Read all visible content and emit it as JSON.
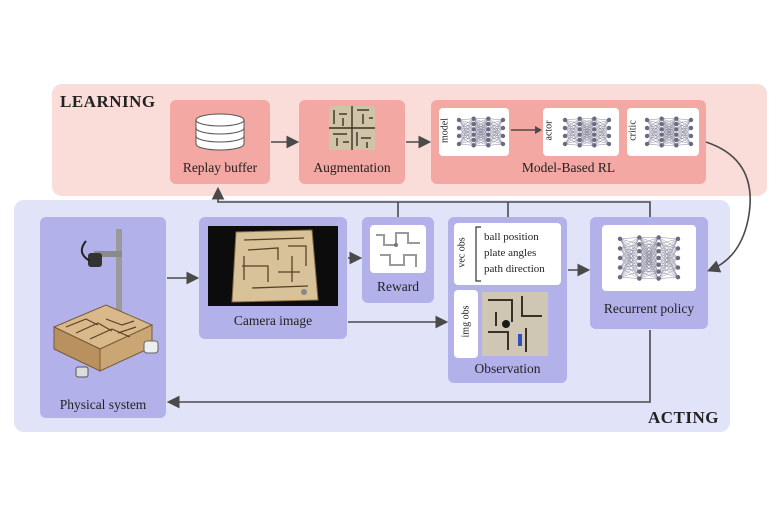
{
  "sections": {
    "learning": "LEARNING",
    "acting": "ACTING"
  },
  "learning": {
    "replay_buffer": "Replay buffer",
    "augmentation": "Augmentation",
    "model_based_rl": "Model-Based RL",
    "nets": {
      "model": "model",
      "actor": "actor",
      "critic": "critic"
    }
  },
  "acting": {
    "physical_system": "Physical system",
    "camera_image": "Camera image",
    "reward": "Reward",
    "observation": {
      "caption": "Observation",
      "vec_obs": "vec obs",
      "img_obs": "img obs",
      "vec_items": [
        "ball position",
        "plate angles",
        "path direction"
      ]
    },
    "recurrent_policy": "Recurrent policy"
  },
  "colors": {
    "learning_bg": "#fadcd8",
    "learning_box": "#f3a8a3",
    "acting_bg": "#e1e3f8",
    "acting_box": "#b3b1ea",
    "arrow": "#4a4a4a"
  }
}
